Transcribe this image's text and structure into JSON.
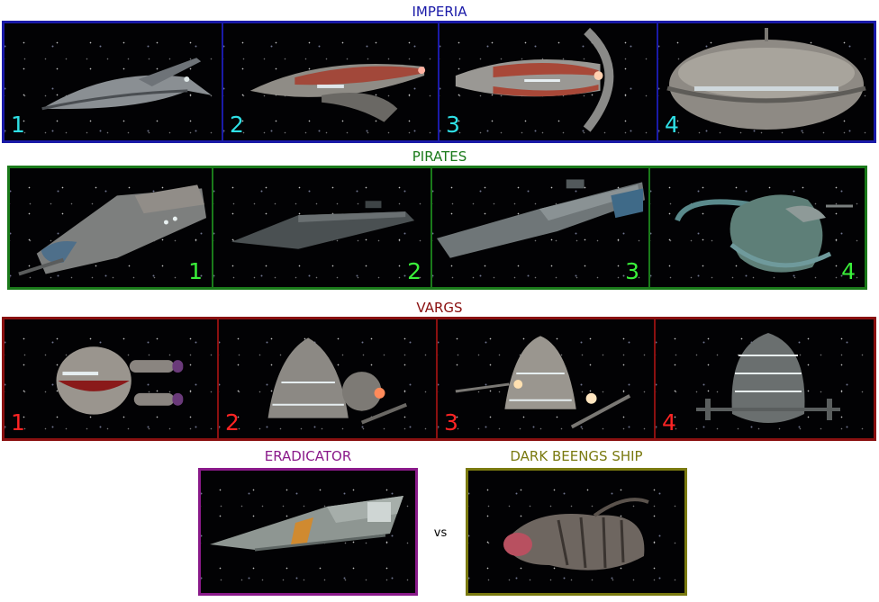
{
  "factions": {
    "imperia": {
      "title": "IMPERIA",
      "frame_color": "#1a1aa8",
      "title_color": "#1a1aa8",
      "number_color": "#2fe0e6",
      "ships": [
        "1",
        "2",
        "3",
        "4"
      ]
    },
    "pirates": {
      "title": "PIRATES",
      "frame_color": "#1a7a1a",
      "title_color": "#1a7a1a",
      "number_color": "#3af03a",
      "ships": [
        "1",
        "2",
        "3",
        "4"
      ]
    },
    "vargs": {
      "title": "VARGS",
      "frame_color": "#8a1010",
      "title_color": "#8a1010",
      "number_color": "#ff2424",
      "ships": [
        "1",
        "2",
        "3",
        "4"
      ]
    }
  },
  "bosses": {
    "eradicator": {
      "title": "ERADICATOR",
      "color": "#8a1a8a"
    },
    "vs_label": "vs",
    "dark_beengs": {
      "title": "DARK BEENGS SHIP",
      "color": "#7a7a10"
    }
  }
}
